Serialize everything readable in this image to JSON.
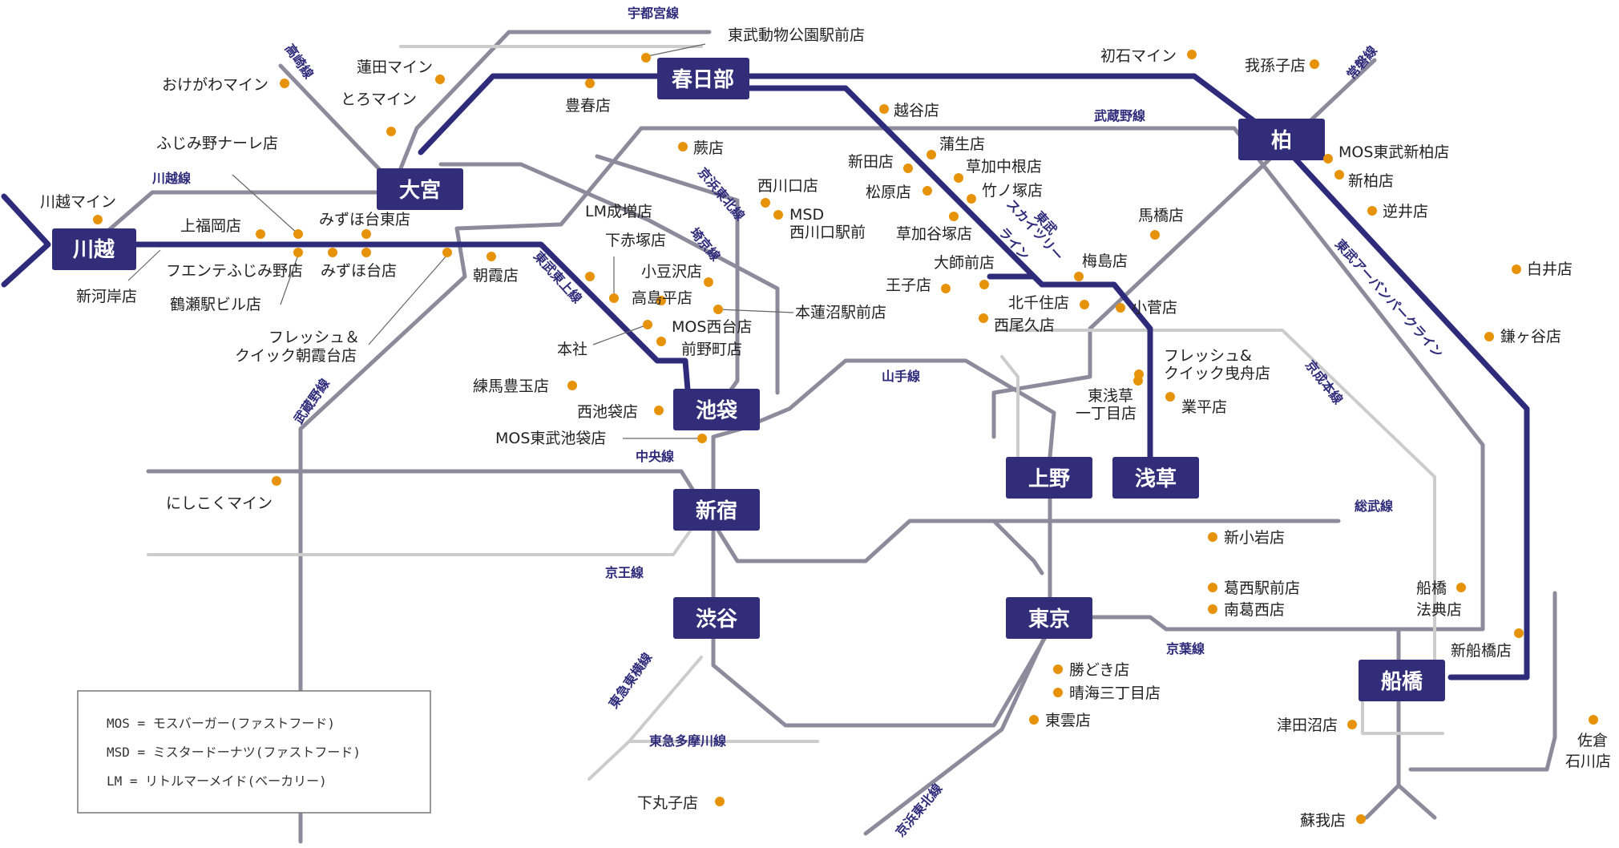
{
  "colors": {
    "tobu_line": "#2f2b7b",
    "other_line": "#8d8b9b",
    "light_line": "#cccccc",
    "store_dot": "#e7930a",
    "station_box": "#312d78"
  },
  "hubs": {
    "kawagoe": "川越",
    "omiya": "大宮",
    "kasukabe": "春日部",
    "kashiwa": "柏",
    "ikebukuro": "池袋",
    "shinjuku": "新宿",
    "shibuya": "渋谷",
    "ueno": "上野",
    "asakusa": "浅草",
    "tokyo": "東京",
    "funabashi": "船橋"
  },
  "lines": {
    "utsunomiya": "宇都宮線",
    "takasaki": "高崎線",
    "kawagoe": "川越線",
    "joban": "常磐線",
    "musashino_n": "武蔵野線",
    "musashino_w": "武蔵野線",
    "keihin_n": "京浜東北線",
    "saikyo": "埼京線",
    "tobu_tojo": "東武東上線",
    "tobu_skytree_1": "東武",
    "tobu_skytree_2": "スカイツリー",
    "tobu_skytree_3": "ライン",
    "urban_park": "東武アーバンパークライン",
    "yamanote": "山手線",
    "chuo": "中央線",
    "keio": "京王線",
    "keisei": "京成本線",
    "sobu": "総武線",
    "keiyo": "京葉線",
    "toyoko": "東急東横線",
    "tamagawa": "東急多摩川線",
    "keihin_s": "京浜東北線"
  },
  "stores": {
    "dobutsu": "東武動物公園駅前店",
    "hasuda": "蓮田マイン",
    "okegawa": "おけがわマイン",
    "toro": "とろマイン",
    "hoshun": "豊春店",
    "hatsuishi": "初石マイン",
    "abiko": "我孫子店",
    "koshigaya": "越谷店",
    "fujimino": "ふじみ野ナーレ店",
    "warabi": "蕨店",
    "gamo": "蒲生店",
    "nitta": "新田店",
    "sokanakane": "草加中根店",
    "matsubara": "松原店",
    "takenotsuka": "竹ノ塚店",
    "sokayatsuka": "草加谷塚店",
    "mos_shinkashiwa": "MOS東武新柏店",
    "shinkashiwa": "新柏店",
    "sakai": "逆井店",
    "kawagoe_mine": "川越マイン",
    "kamifukuoka": "上福岡店",
    "mizuho_higashi": "みずほ台東店",
    "nishikawaguchi": "西川口店",
    "msd_1": "MSD",
    "msd_2": "西川口駅前",
    "lm_narimasu": "LM成増店",
    "shimoakatsuka": "下赤塚店",
    "mabashi": "馬橋店",
    "shingashi": "新河岸店",
    "fuente": "フエンテふじみ野店",
    "mizuho": "みずほ台店",
    "tsuruse": "鶴瀬駅ビル店",
    "asaka": "朝霞店",
    "kotakezawa": "小豆沢店",
    "daishi": "大師前店",
    "umejima": "梅島店",
    "shiroi": "白井店",
    "takashimadaira": "高島平店",
    "motohasunuma": "本蓮沼駅前店",
    "oji": "王子店",
    "kitasenju": "北千住店",
    "kosuge": "小菅店",
    "mos_nishidai": "MOS西台店",
    "honsha": "本社",
    "maeno": "前野町店",
    "nishio": "西尾久店",
    "fresh_asaka_1": "フレッシュ＆",
    "fresh_asaka_2": "クイック朝霞台店",
    "fresh_hikifune_1": "フレッシュ&",
    "fresh_hikifune_2": "クイック曳舟店",
    "kamagaya": "鎌ヶ谷店",
    "nerima": "練馬豊玉店",
    "nishiikebukuro": "西池袋店",
    "higashiasakusa_1": "東浅草",
    "higashiasakusa_2": "一丁目店",
    "narihira": "業平店",
    "mos_ikebukuro": "MOS東武池袋店",
    "nishikoku": "にしこくマイン",
    "shinkoiwa": "新小岩店",
    "kasai": "葛西駅前店",
    "minamikasai": "南葛西店",
    "hoten_1": "船橋",
    "hoten_2": "法典店",
    "shinfunabashi": "新船橋店",
    "kachidoki": "勝どき店",
    "harumi": "晴海三丁目店",
    "shinonome": "東雲店",
    "tsudanuma": "津田沼店",
    "sakura_1": "佐倉",
    "sakura_2": "石川店",
    "shimomaruko": "下丸子店",
    "soga": "蘇我店"
  },
  "legend": [
    "MOS = モスバーガー(ファストフード)",
    "MSD = ミスタードーナツ(ファストフード)",
    "LM = リトルマーメイド(ベーカリー)"
  ]
}
